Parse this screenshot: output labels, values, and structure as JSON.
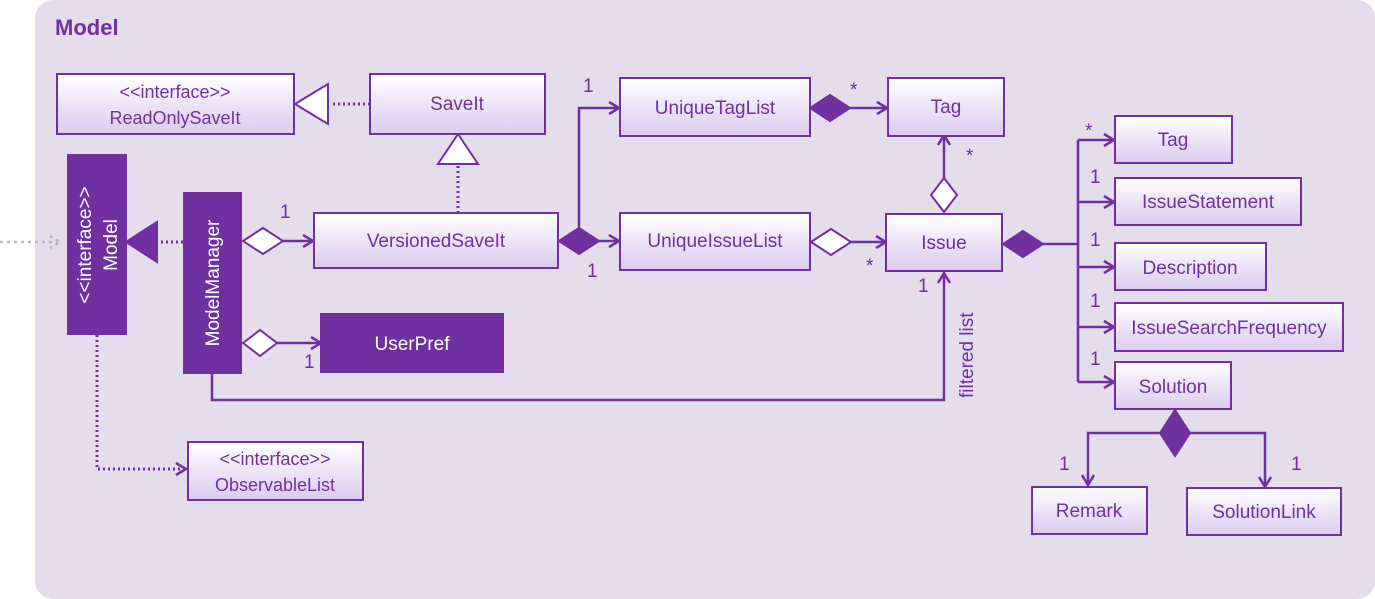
{
  "package": {
    "title": "Model"
  },
  "classes": {
    "read_only_save_it": {
      "stereotype": "<<interface>>",
      "name": "ReadOnlySaveIt"
    },
    "save_it": {
      "name": "SaveIt"
    },
    "unique_tag_list": {
      "name": "UniqueTagList"
    },
    "tag_top": {
      "name": "Tag"
    },
    "model": {
      "stereotype": "<<interface>>",
      "name": "Model"
    },
    "model_manager": {
      "name": "ModelManager"
    },
    "versioned_save_it": {
      "name": "VersionedSaveIt"
    },
    "unique_issue_list": {
      "name": "UniqueIssueList"
    },
    "issue": {
      "name": "Issue"
    },
    "user_pref": {
      "name": "UserPref"
    },
    "observable_list": {
      "stereotype": "<<interface>>",
      "name": "ObservableList"
    },
    "tag_right": {
      "name": "Tag"
    },
    "issue_statement": {
      "name": "IssueStatement"
    },
    "description": {
      "name": "Description"
    },
    "issue_search_frequency": {
      "name": "IssueSearchFrequency"
    },
    "solution": {
      "name": "Solution"
    },
    "remark": {
      "name": "Remark"
    },
    "solution_link": {
      "name": "SolutionLink"
    }
  },
  "multiplicities": {
    "versioned_to_tag_list": "1",
    "tag_list_to_tag": "*",
    "issue_to_tag": "*",
    "manager_to_versioned": "1",
    "versioned_to_issue_list": "1",
    "issue_list_to_issue": "*",
    "manager_to_filtered": "1",
    "manager_to_user_pref": "1",
    "issue_to_tag_right": "*",
    "issue_to_statement": "1",
    "issue_to_description": "1",
    "issue_to_frequency": "1",
    "issue_to_solution": "1",
    "solution_to_remark": "1",
    "solution_to_link": "1"
  },
  "edge_labels": {
    "filtered_list": "filtered list"
  },
  "colors": {
    "accent": "#7030a0",
    "frame_background": "#e5dcec",
    "box_top": "#ffffff",
    "box_bottom": "#dccaf0"
  }
}
